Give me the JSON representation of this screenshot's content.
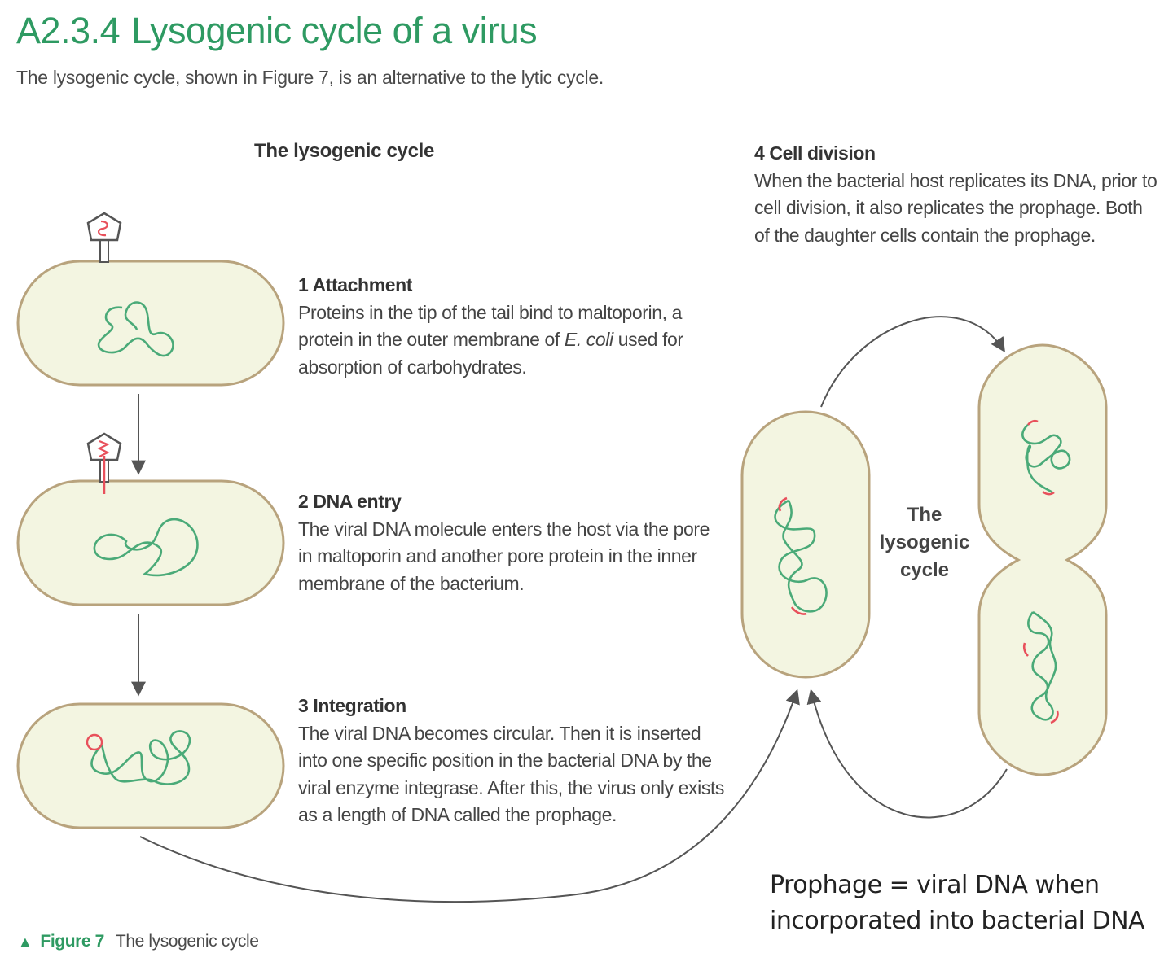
{
  "header": {
    "code": "A2.3.4",
    "title": "Lysogenic cycle of a virus",
    "intro": "The lysogenic cycle, shown in Figure 7, is an alternative to the lytic cycle."
  },
  "diagram": {
    "heading": "The lysogenic cycle",
    "center_label_lines": [
      "The",
      "lysogenic",
      "cycle"
    ],
    "steps": [
      {
        "heading": "1 Attachment",
        "text_pre": "Proteins in the tip of the tail bind to maltoporin, a protein in the outer membrane of ",
        "text_italic": "E. coli",
        "text_post": " used for absorption of carbohydrates."
      },
      {
        "heading": "2 DNA entry",
        "text": "The viral DNA molecule enters the host via the pore in maltoporin and another pore protein in the inner membrane of the bacterium."
      },
      {
        "heading": "3 Integration",
        "text": "The viral DNA becomes circular. Then it is inserted into one specific position in the bacterial DNA by the viral enzyme integrase. After this, the virus only exists as a length of DNA called the prophage."
      },
      {
        "heading": "4 Cell division",
        "text": "When the bacterial host replicates its DNA, prior to cell division, it also replicates the prophage. Both of the daughter cells contain the prophage."
      }
    ],
    "colors": {
      "cell_fill": "#f3f5e1",
      "cell_stroke": "#b8a37d",
      "bacterial_dna": "#4aaa78",
      "viral_dna": "#e8505b",
      "arrow": "#555555",
      "title_green": "#2e9a62"
    }
  },
  "note": {
    "line1": "Prophage = viral DNA when",
    "line2": "incorporated into bacterial DNA"
  },
  "caption": {
    "figure": "Figure 7",
    "text": "The lysogenic cycle"
  }
}
